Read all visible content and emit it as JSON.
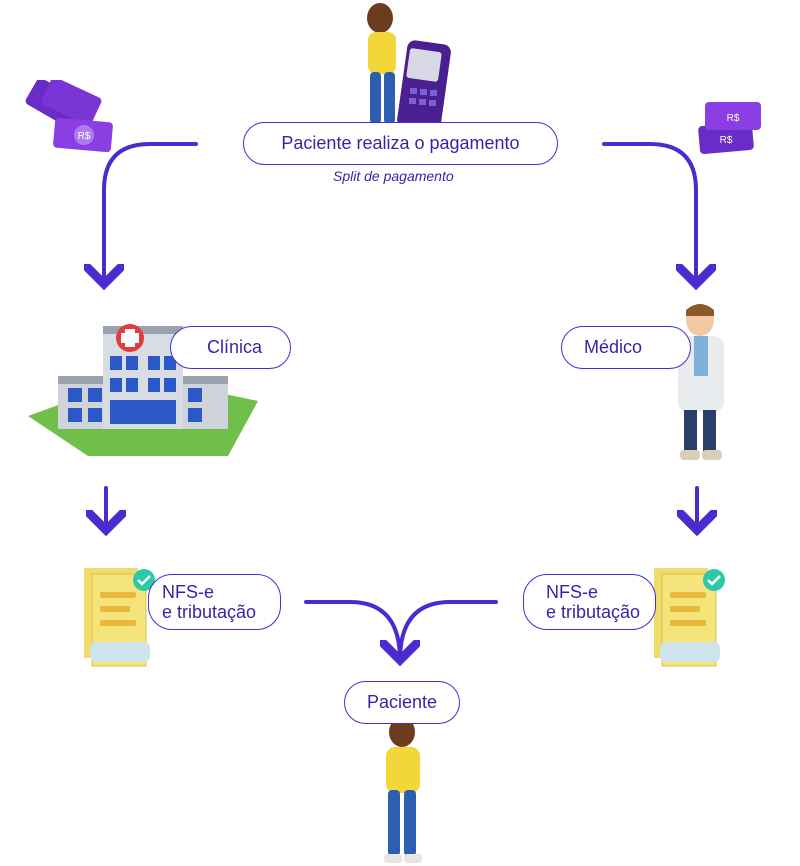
{
  "nodes": {
    "payment": "Paciente realiza o pagamento",
    "payment_caption": "Split de pagamento",
    "clinic": "Clínica",
    "doctor": "Médico",
    "nfse_left_line1": "NFS-e",
    "nfse_left_line2": "e tributação",
    "nfse_right_line1": "NFS-e",
    "nfse_right_line2": "e tributação",
    "patient": "Paciente"
  },
  "money_label": "R$",
  "colors": {
    "accent": "#4a2bd0",
    "purple": "#5b1fb3",
    "receipt": "#f1dc6b",
    "check": "#2bc9a8"
  }
}
